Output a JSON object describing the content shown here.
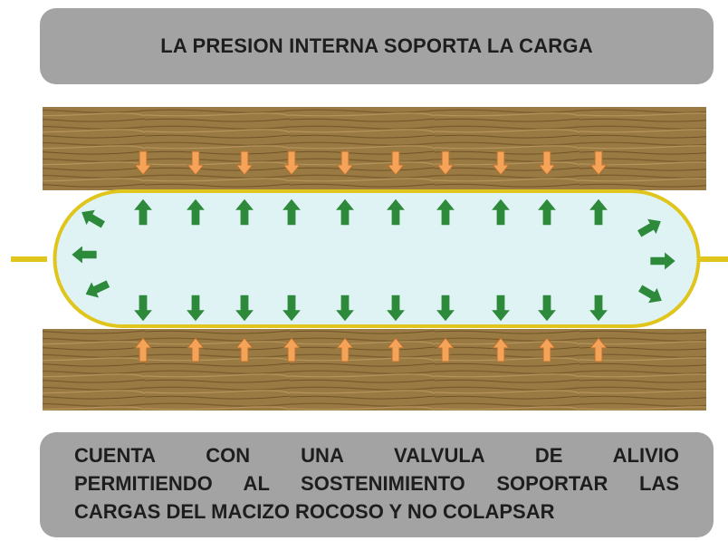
{
  "top_banner": {
    "text": "LA PRESION INTERNA SOPORTA LA CARGA"
  },
  "bottom_banner": {
    "lines": [
      "CUENTA CON UNA VALVULA DE ALIVIO",
      "PERMITIENDO AL SOSTENIMIENTO SOPORTAR LAS",
      "CARGAS DEL MACIZO ROCOSO Y NO COLAPSAR"
    ]
  },
  "colors": {
    "banner_bg": "#a3a3a3",
    "banner_text": "#1e1e1e",
    "wood": "#9a7a43",
    "wood_grain": "#6f5428",
    "fluid": "#dff3f5",
    "bag_outline": "#e0c51c",
    "load_arrow": "#f6a35a",
    "load_arrow_stroke": "#b4712f",
    "pressure_arrow": "#2d8a3a"
  },
  "diagram": {
    "load_arrow_count_top": 10,
    "load_arrow_count_bottom": 10,
    "pressure_arrow_count_up": 10,
    "pressure_arrow_count_down": 10,
    "pressure_arrow_count_left_end": 3,
    "pressure_arrow_count_right_end": 3
  }
}
